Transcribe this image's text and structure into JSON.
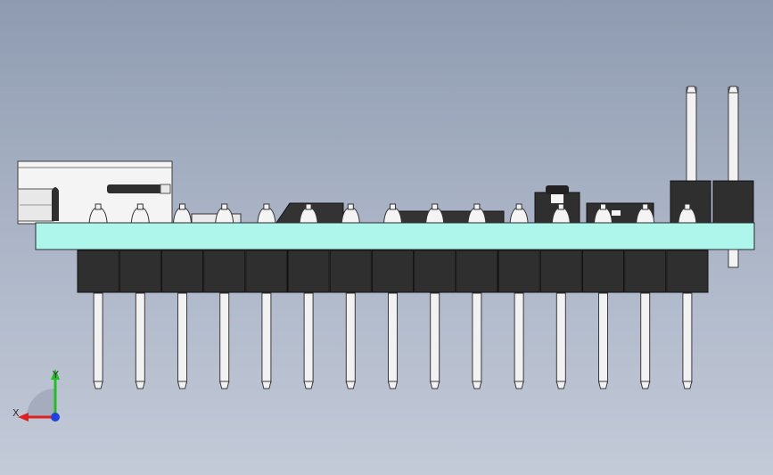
{
  "scene": {
    "title": "",
    "colors": {
      "background_top": "#8e9bb0",
      "background_bottom": "#c3cad8",
      "pcb": "#aef5ec",
      "pcb_edge": "#2a2a2a",
      "header_body": "#2f2f2f",
      "pin": "#f2f2f2",
      "pin_edge": "#3a3a3a",
      "usb_shell": "#f4f4f4",
      "chip": "#3a3a3a"
    },
    "header_pin_count": 15,
    "right_vertical_pin_count": 2
  },
  "triad": {
    "x_label": "X",
    "y_label": "Y",
    "x_color": "#e02020",
    "y_color": "#20c020",
    "z_color": "#2040e0"
  }
}
